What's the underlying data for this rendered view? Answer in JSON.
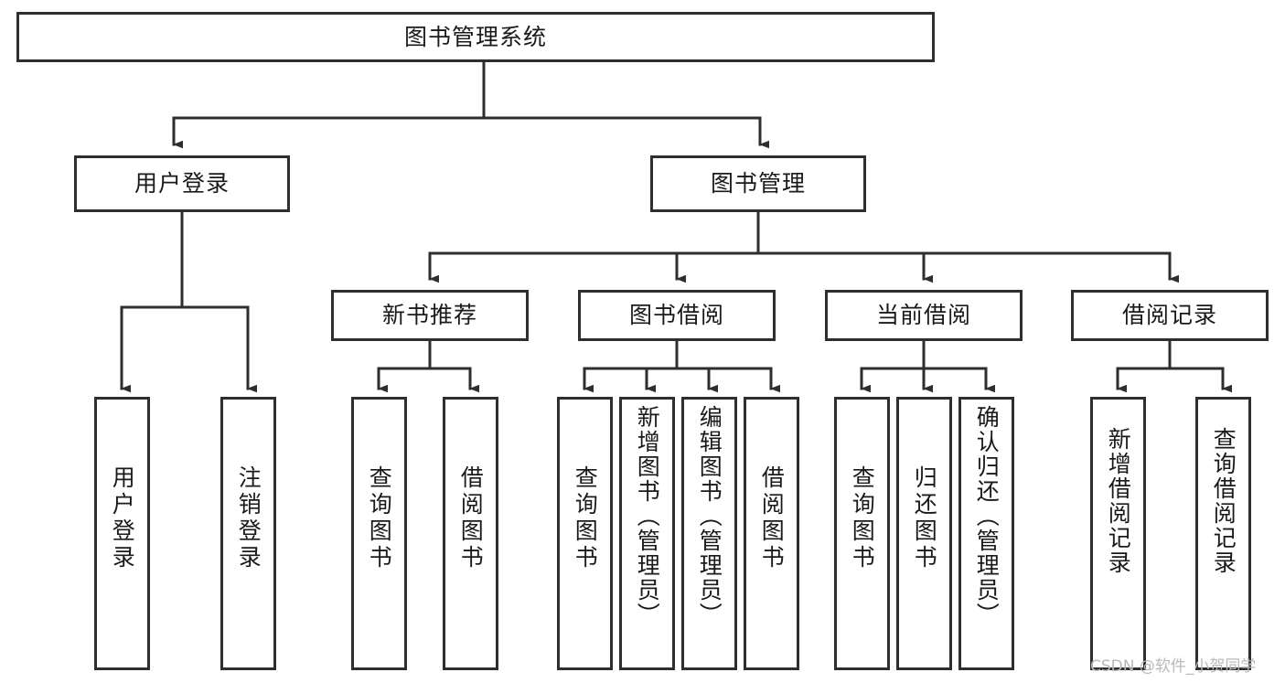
{
  "diagram": {
    "type": "hierarchy-tree",
    "title": "图书管理系统",
    "watermark": "CSDN @软件_小贺同学",
    "colors": {
      "box_border": "#2e2e2e",
      "box_fill": "#ffffff",
      "connector": "#2e2e2e",
      "text": "#1a1a1a",
      "watermark": "#b9b9b9",
      "background": "#ffffff"
    },
    "root": {
      "label": "图书管理系统"
    },
    "level2": [
      {
        "id": "user-login",
        "label": "用户登录"
      },
      {
        "id": "book-manage",
        "label": "图书管理"
      }
    ],
    "level3": [
      {
        "id": "new-book-recommend",
        "label": "新书推荐"
      },
      {
        "id": "book-borrow",
        "label": "图书借阅"
      },
      {
        "id": "current-borrow",
        "label": "当前借阅"
      },
      {
        "id": "borrow-record",
        "label": "借阅记录"
      }
    ],
    "leaves": [
      {
        "id": "leaf-user-login",
        "label": "用户登录",
        "parent": "user-login"
      },
      {
        "id": "leaf-user-logout",
        "label": "注销登录",
        "parent": "user-login"
      },
      {
        "id": "leaf-query-book-1",
        "label": "查询图书",
        "parent": "new-book-recommend"
      },
      {
        "id": "leaf-borrow-book-1",
        "label": "借阅图书",
        "parent": "new-book-recommend"
      },
      {
        "id": "leaf-query-book-2",
        "label": "查询图书",
        "parent": "book-borrow"
      },
      {
        "id": "leaf-add-book",
        "label": "新增图书（管理员）",
        "parent": "book-borrow"
      },
      {
        "id": "leaf-edit-book",
        "label": "编辑图书（管理员）",
        "parent": "book-borrow"
      },
      {
        "id": "leaf-borrow-book-2",
        "label": "借阅图书",
        "parent": "book-borrow"
      },
      {
        "id": "leaf-query-book-3",
        "label": "查询图书",
        "parent": "current-borrow"
      },
      {
        "id": "leaf-return-book",
        "label": "归还图书",
        "parent": "current-borrow"
      },
      {
        "id": "leaf-confirm-return",
        "label": "确认归还（管理员）",
        "parent": "current-borrow"
      },
      {
        "id": "leaf-add-record",
        "label": "新增借阅记录",
        "parent": "borrow-record"
      },
      {
        "id": "leaf-query-record",
        "label": "查询借阅记录",
        "parent": "borrow-record"
      }
    ]
  }
}
